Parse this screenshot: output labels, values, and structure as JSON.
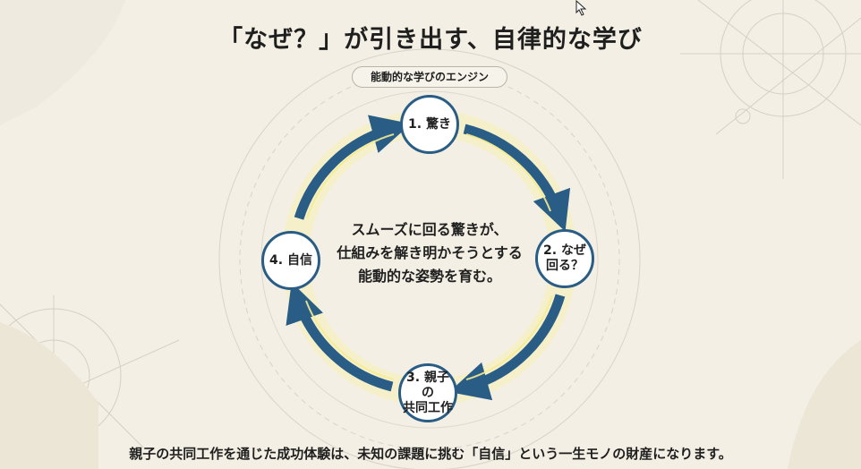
{
  "title": "「なぜ？」が引き出す、自律的な学び",
  "engine_label": "能動的な学びのエンジン",
  "cycle": {
    "nodes": [
      {
        "label": "1. 驚き"
      },
      {
        "label": "2. なぜ\n回る？"
      },
      {
        "label": "3. 親子の\n共同工作"
      },
      {
        "label": "4. 自信"
      }
    ],
    "center_text": "スムーズに回る驚きが、\n仕組みを解き明かそうとする\n能動的な姿勢を育む。"
  },
  "footer": "親子の共同工作を通じた成功体験は、未知の課題に挑む「自信」という一生モノの財産になります。",
  "colors": {
    "background": "#f3efe4",
    "arrow": "#2a5d86",
    "arrow_glow": "#f6ee9a",
    "node_border": "#2a5d86"
  }
}
